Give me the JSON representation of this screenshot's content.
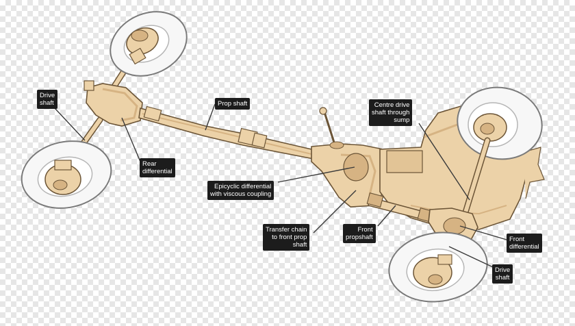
{
  "colors": {
    "background_check_light": "#ffffff",
    "background_check_dark": "#e6e6e6",
    "component_fill": "#ecd2a8",
    "component_shade": "#d6b383",
    "component_outline": "#6b5436",
    "tyre_fill": "#f7f7f7",
    "tyre_outline": "#7a7a7a",
    "label_background": "#1c1c1c",
    "label_text": "#ffffff",
    "leader_line": "#3a3a3a"
  },
  "labels": {
    "drive_shaft_left": "Drive\nshaft",
    "prop_shaft": "Prop shaft",
    "rear_differential": "Rear\ndifferential",
    "centre_drive_shaft": "Centre drive\nshaft through\nsump",
    "epicyclic_differential": "Epicyclic differential\nwith viscous coupling",
    "transfer_chain": "Transfer chain\nto front prop\nshaft",
    "front_propshaft": "Front\npropshaft",
    "front_differential": "Front\ndifferential",
    "drive_shaft_right": "Drive\nshaft"
  }
}
